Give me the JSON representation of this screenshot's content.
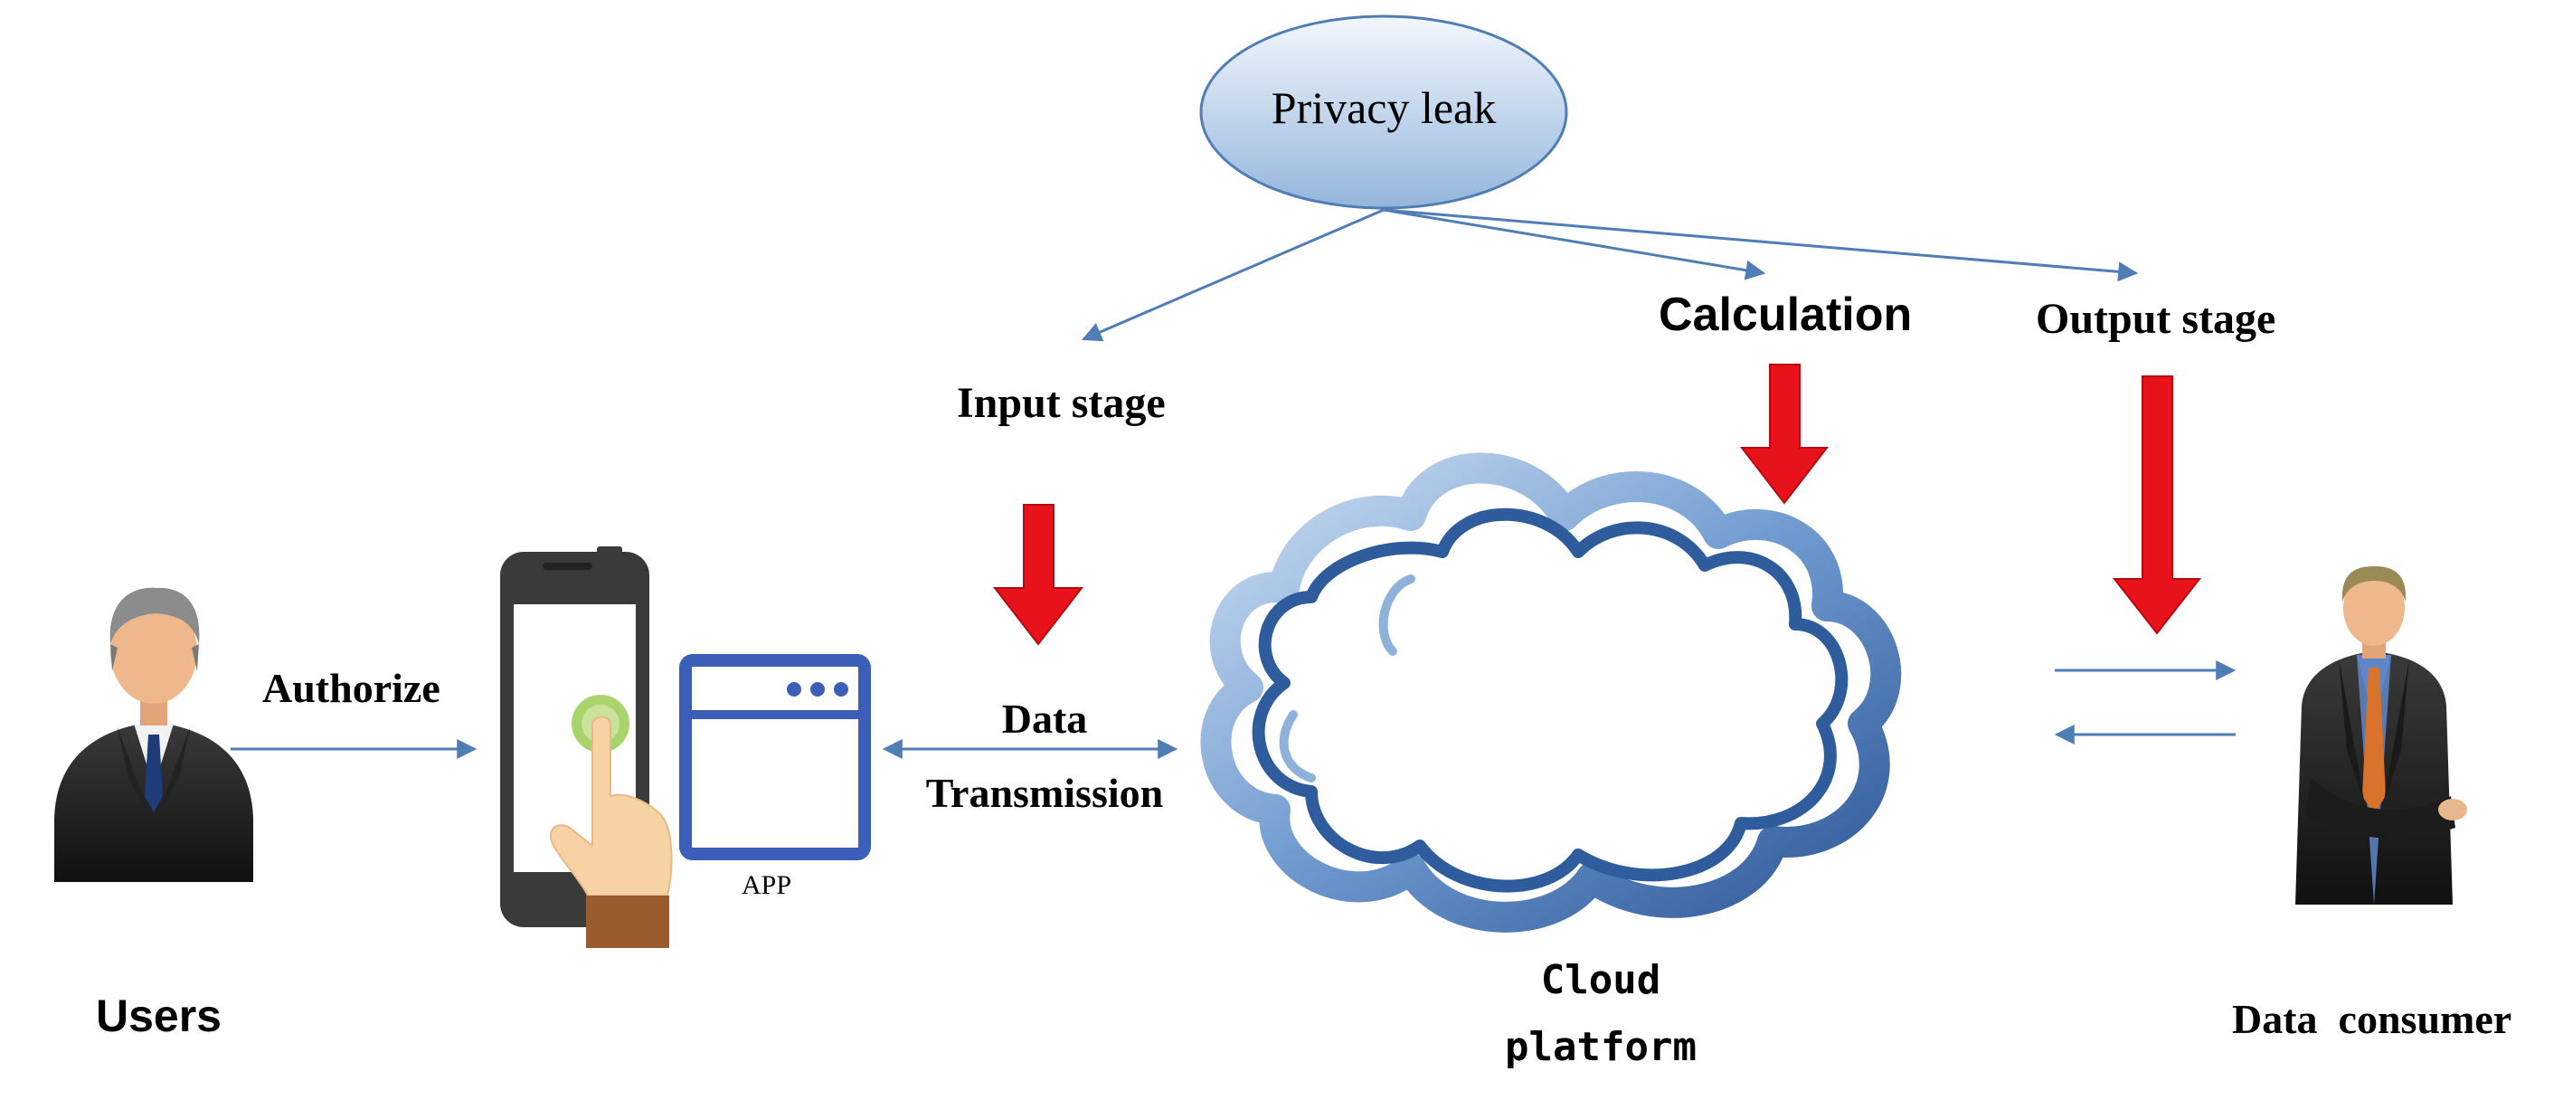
{
  "title_bubble": {
    "text": "Privacy leak"
  },
  "stages": {
    "input": "Input stage",
    "calculation": "Calculation",
    "output": "Output stage"
  },
  "actors": {
    "users": "Users",
    "data_consumer": "Data  consumer"
  },
  "flows": {
    "authorize": "Authorize",
    "data_transmission_line1": "Data",
    "data_transmission_line2": "Transmission"
  },
  "app": {
    "label": "APP"
  },
  "cloud": {
    "line1": "Cloud",
    "line2": "platform"
  },
  "colors": {
    "arrow_blue": "#4f7db5",
    "alert_red": "#e8131a",
    "bubble_fill_top": "#eef4fb",
    "bubble_fill_bottom": "#9fbedf",
    "cloud_blue": "#3a67a8",
    "app_window_blue": "#3b5fb8"
  }
}
